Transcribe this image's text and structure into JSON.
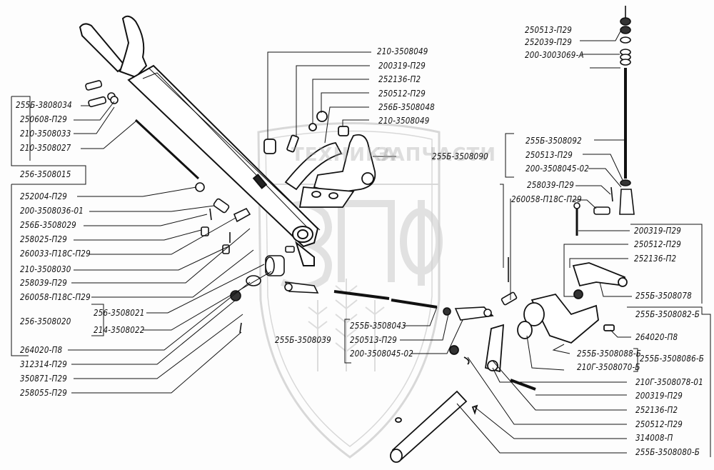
{
  "watermark": {
    "left_word": "ТЕХНИКА",
    "right_word": "ЗАПЧАСТИ",
    "logo_letters": "ЗПФ"
  },
  "labels": {
    "l01": "255Б-3808034",
    "l02": "250608-П29",
    "l03": "210-3508033",
    "l04": "210-3508027",
    "l05": "256-3508015",
    "l06": "252004-П29",
    "l07": "200-3508036-01",
    "l08": "256Б-3508029",
    "l09": "258025-П29",
    "l10": "260033-П18С-П29",
    "l11": "210-3508030",
    "l12": "258039-П29",
    "l13": "260058-П18С-П29",
    "l14": "256-3508020",
    "l15": "256-3508021",
    "l16": "214-3508022",
    "l17": "264020-П8",
    "l18": "312314-П29",
    "l19": "350871-П29",
    "l20": "258055-П29",
    "c01": "210-3508049",
    "c02": "200319-П29",
    "c03": "252136-П2",
    "c04": "250512-П29",
    "c05": "256Б-3508048",
    "c06": "210-3508049",
    "c07": "255Б-3508090",
    "m01": "255Б-3508043",
    "m02": "250513-П29",
    "m03": "200-3508045-02",
    "m04": "255Б-3508039",
    "r01": "250513-П29",
    "r02": "252039-П29",
    "r03": "200-3003069-А",
    "r04": "255Б-3508092",
    "r05": "250513-П29",
    "r06": "200-3508045-02",
    "r07": "258039-П29",
    "r08": "260058-П18С-П29",
    "r09": "200319-П29",
    "r10": "250512-П29",
    "r11": "252136-П2",
    "r12": "255Б-3508078",
    "r13": "255Б-3508082-Б",
    "r14": "264020-П8",
    "r15": "255Б-3508088-Б",
    "r16": "210Г-3508070-Б",
    "r17": "255Б-3508086-Б",
    "r18": "210Г-3508078-01",
    "r19": "200319-П29",
    "r20": "252136-П2",
    "r21": "250512-П29",
    "r22": "314008-П",
    "r23": "255Б-3508080-Б"
  }
}
